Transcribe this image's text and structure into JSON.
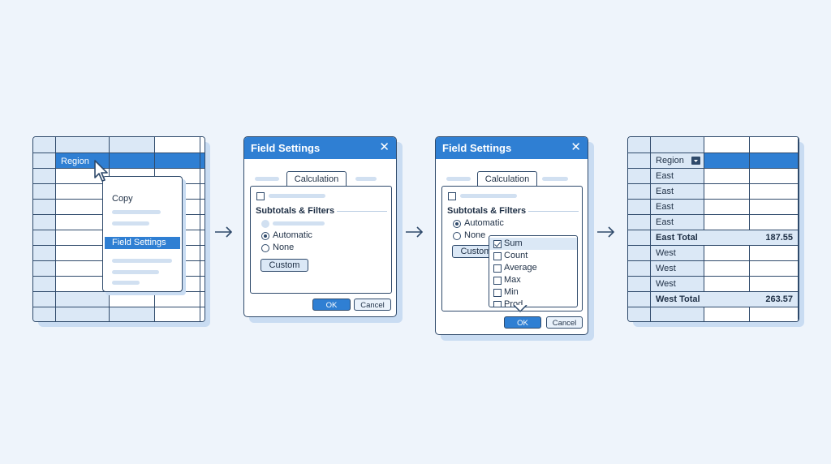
{
  "step1": {
    "header_label": "Region",
    "menu_items": {
      "copy": "Copy",
      "field_settings": "Field Settings"
    }
  },
  "step2": {
    "title": "Field Settings",
    "close": "✕",
    "tab": "Calculation",
    "section": "Subtotals & Filters",
    "radio_automatic": "Automatic",
    "radio_none": "None",
    "custom": "Custom",
    "ok": "OK",
    "cancel": "Cancel"
  },
  "step3": {
    "title": "Field Settings",
    "close": "✕",
    "tab": "Calculation",
    "section": "Subtotals & Filters",
    "radio_automatic": "Automatic",
    "radio_none": "None",
    "custom": "Custom",
    "dropdown": [
      "Sum",
      "Count",
      "Average",
      "Max",
      "Min",
      "Prod"
    ],
    "ok": "OK",
    "cancel": "Cancel"
  },
  "step4": {
    "header_label": "Region",
    "rows": [
      {
        "label": "East",
        "total": false
      },
      {
        "label": "East",
        "total": false
      },
      {
        "label": "East",
        "total": false
      },
      {
        "label": "East",
        "total": false
      },
      {
        "label": "East Total",
        "total": true,
        "value": "187.55"
      },
      {
        "label": "West",
        "total": false
      },
      {
        "label": "West",
        "total": false
      },
      {
        "label": "West",
        "total": false
      },
      {
        "label": "West Total",
        "total": true,
        "value": "263.57"
      }
    ]
  },
  "colors": {
    "accent": "#2f7fd3",
    "outline": "#2f4a6b",
    "light": "#dbe8f6",
    "background": "#eef4fb"
  }
}
